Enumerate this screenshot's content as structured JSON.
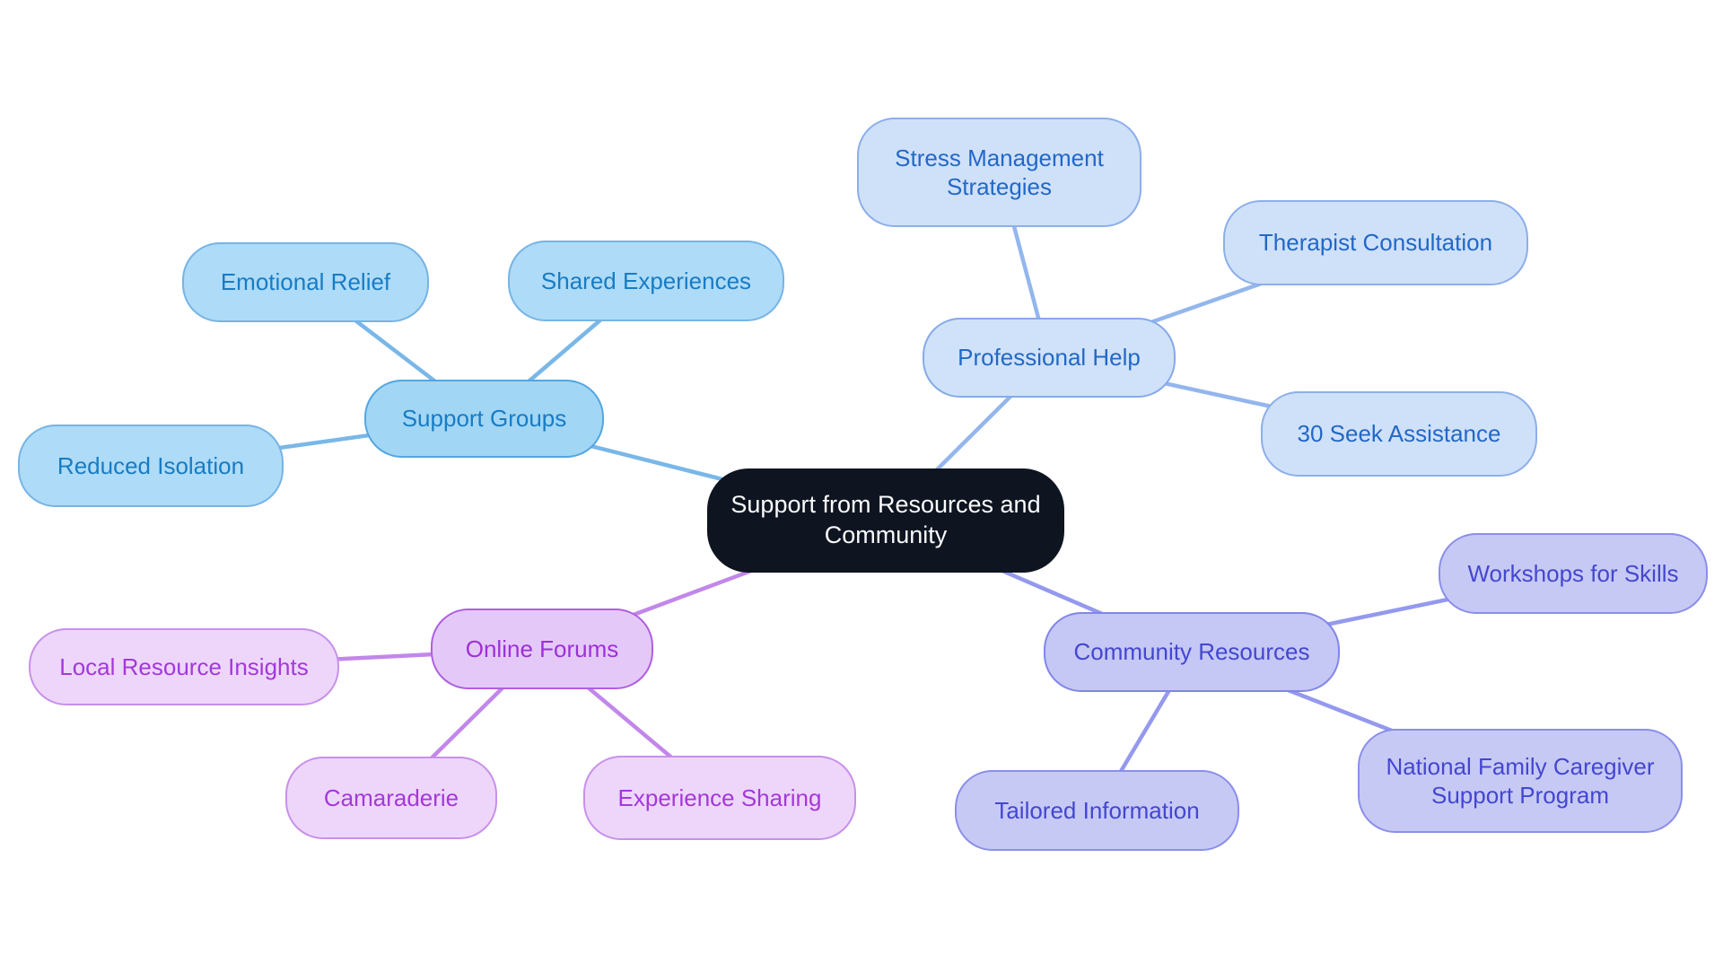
{
  "canvas": {
    "background": "#ffffff"
  },
  "mindmap": {
    "root": {
      "label": "Support from Resources and Community",
      "fill": "#0e1420",
      "text_color": "#fafbfd"
    },
    "branches": [
      {
        "label": "Support Groups",
        "colors": {
          "fill": "#a2d6f5",
          "border": "#54a6e0",
          "text": "#177cc4",
          "edge": "#79b7e8",
          "child_fill": "#aedbf7",
          "child_border": "#76b4e6"
        },
        "children": [
          {
            "label": "Emotional Relief"
          },
          {
            "label": "Shared Experiences"
          },
          {
            "label": "Reduced Isolation"
          }
        ]
      },
      {
        "label": "Professional Help",
        "colors": {
          "fill": "#d0e2f9",
          "border": "#85aae8",
          "text": "#2268c8",
          "edge": "#93b6ed",
          "child_fill": "#cfe1f9",
          "child_border": "#8cafe9"
        },
        "children": [
          {
            "label": "Stress Management Strategies"
          },
          {
            "label": "Therapist Consultation"
          },
          {
            "label": "30 Seek Assistance"
          }
        ]
      },
      {
        "label": "Community Resources",
        "colors": {
          "fill": "#c5c7f4",
          "border": "#8186e8",
          "text": "#4347d0",
          "edge": "#9499ee",
          "child_fill": "#c7c9f5",
          "child_border": "#8a8fe9"
        },
        "children": [
          {
            "label": "Workshops for Skills"
          },
          {
            "label": "National Family Caregiver Support Program"
          },
          {
            "label": "Tailored Information"
          }
        ]
      },
      {
        "label": "Online Forums",
        "colors": {
          "fill": "#e4c9f8",
          "border": "#af5fe0",
          "text": "#9d30d6",
          "edge": "#c287ea",
          "child_fill": "#eed6fb",
          "child_border": "#c890ea"
        },
        "children": [
          {
            "label": "Local Resource Insights"
          },
          {
            "label": "Camaraderie"
          },
          {
            "label": "Experience Sharing"
          }
        ]
      }
    ]
  }
}
